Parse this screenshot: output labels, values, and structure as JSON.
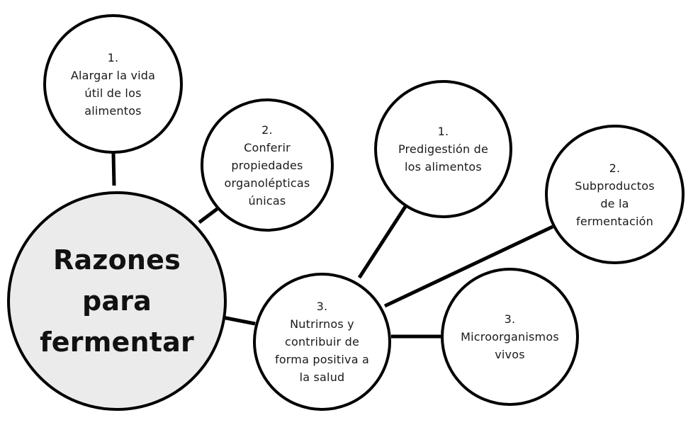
{
  "central": {
    "label": "Razones\npara\nfermentar",
    "fill": "#ebebeb"
  },
  "nodes": [
    {
      "number": "1.",
      "label": "Alargar la vida\nútil de los\nalimentos"
    },
    {
      "number": "2.",
      "label": "Conferir\npropiedades\norganolépticas\núnicas"
    },
    {
      "number": "3.",
      "label": "Nutrirnos y\ncontribuir de\nforma positiva a\nla salud"
    }
  ],
  "subnodes": [
    {
      "number": "1.",
      "label": "Predigestión de\nlos alimentos"
    },
    {
      "number": "2.",
      "label": "Subproductos\nde la\nfermentación"
    },
    {
      "number": "3.",
      "label": "Microorganismos\nvivos"
    }
  ],
  "colors": {
    "stroke": "#000000",
    "node_fill": "#ffffff",
    "central_fill": "#ebebeb",
    "text": "#1a1a1a"
  }
}
